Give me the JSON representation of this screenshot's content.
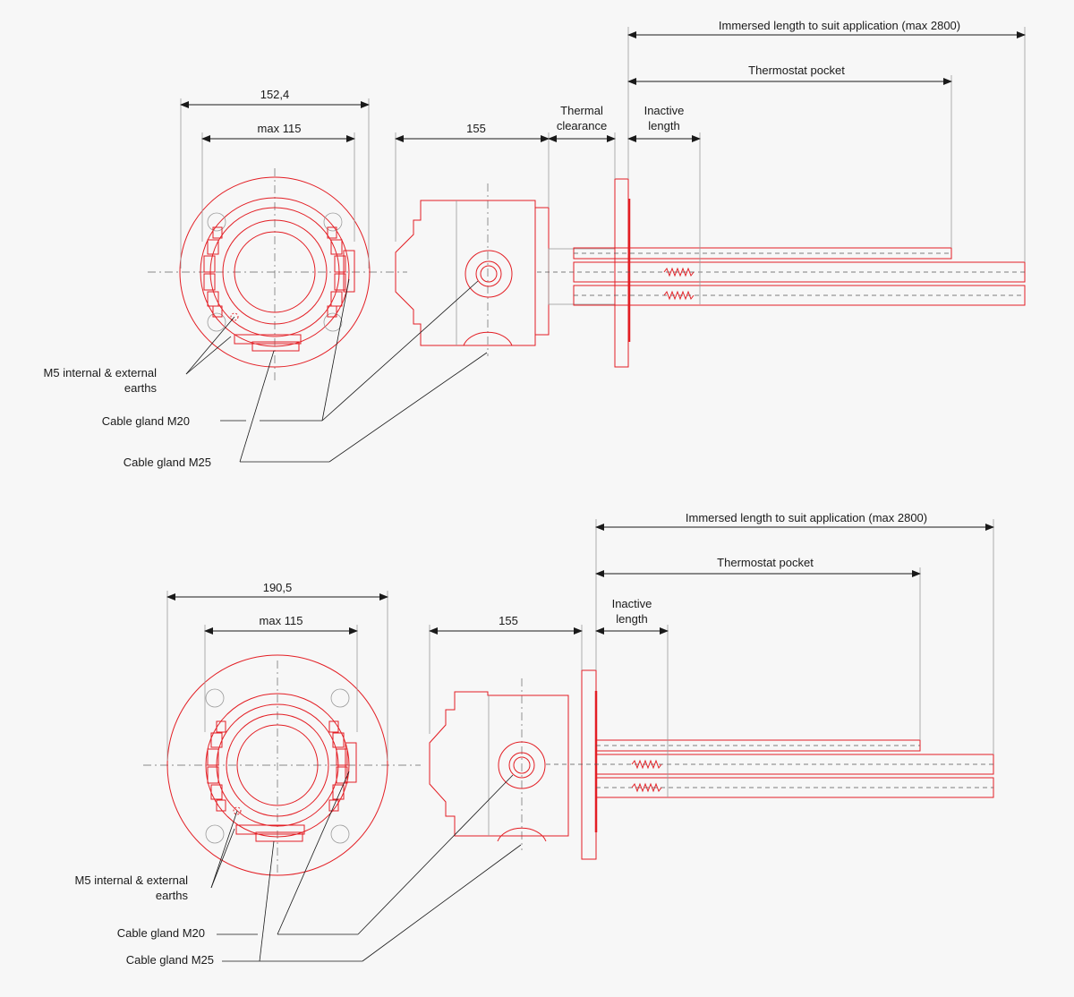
{
  "colors": {
    "background": "#f7f7f7",
    "outline": "#e31e24",
    "text": "#1a1a1a"
  },
  "top": {
    "dims": {
      "flange_dia": "152,4",
      "max_dia": "max 115",
      "body_len": "155",
      "thermal_clearance_1": "Thermal",
      "thermal_clearance_2": "clearance",
      "inactive_1": "Inactive",
      "inactive_2": "length",
      "thermostat_pocket": "Thermostat pocket",
      "immersed_length": "Immersed length to suit application (max 2800)"
    },
    "callouts": {
      "earths_1": "M5 internal & external",
      "earths_2": "earths",
      "gland_m20": "Cable gland M20",
      "gland_m25": "Cable gland M25"
    }
  },
  "bottom": {
    "dims": {
      "flange_dia": "190,5",
      "max_dia": "max 115",
      "body_len": "155",
      "inactive_1": "Inactive",
      "inactive_2": "length",
      "thermostat_pocket": "Thermostat pocket",
      "immersed_length": "Immersed length to suit application (max 2800)"
    },
    "callouts": {
      "earths_1": "M5 internal & external",
      "earths_2": "earths",
      "gland_m20": "Cable gland M20",
      "gland_m25": "Cable gland M25"
    }
  }
}
